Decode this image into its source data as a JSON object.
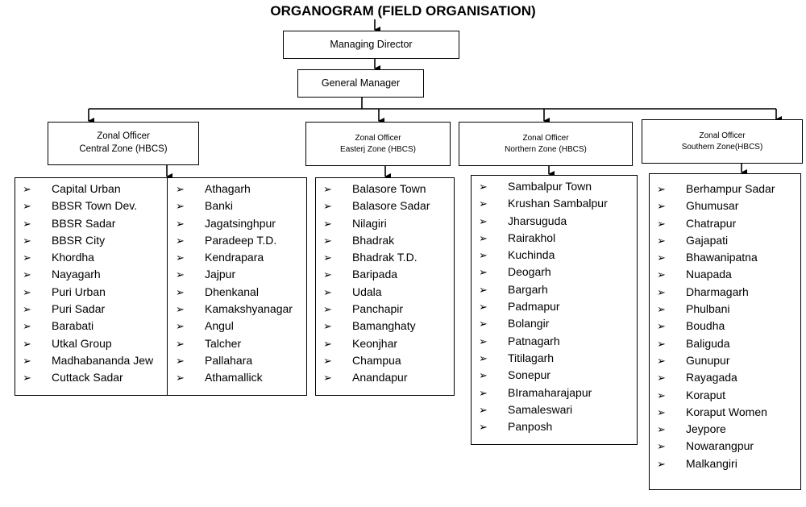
{
  "title": "ORGANOGRAM (FIELD ORGANISATION)",
  "managing_director": "Managing Director",
  "general_manager": "General Manager",
  "bullet": "➢",
  "zones": [
    {
      "line1": "Zonal Officer",
      "line2": "Central Zone (HBCS)"
    },
    {
      "line1": "Zonal Officer",
      "line2": "Easterj Zone  (HBCS)"
    },
    {
      "line1": "Zonal Officer",
      "line2": "Northern Zone (HBCS)"
    },
    {
      "line1": "Zonal Officer",
      "line2": "Southern Zone(HBCS)"
    }
  ],
  "central_left": [
    "Capital Urban",
    "BBSR Town Dev.",
    "BBSR Sadar",
    "BBSR City",
    "Khordha",
    "Nayagarh",
    "Puri Urban",
    "Puri Sadar",
    "Barabati",
    "Utkal Group",
    "Madhabananda Jew",
    "Cuttack Sadar"
  ],
  "central_right": [
    "Athagarh",
    "Banki",
    "Jagatsinghpur",
    "Paradeep T.D.",
    "Kendrapara",
    "Jajpur",
    "Dhenkanal",
    "Kamakshyanagar",
    "Angul",
    "Talcher",
    "Pallahara",
    "Athamallick"
  ],
  "eastern": [
    "Balasore Town",
    "Balasore Sadar",
    "Nilagiri",
    "Bhadrak",
    "Bhadrak T.D.",
    "Baripada",
    "Udala",
    "Panchapir",
    "Bamanghaty",
    "Keonjhar",
    "Champua",
    "Anandapur"
  ],
  "northern": [
    "Sambalpur Town",
    "Krushan Sambalpur",
    "Jharsuguda",
    "Rairakhol",
    "Kuchinda",
    "Deogarh",
    "Bargarh",
    "Padmapur",
    "Bolangir",
    "Patnagarh",
    "Titilagarh",
    "Sonepur",
    "BIramaharajapur",
    "Samaleswari",
    "Panposh"
  ],
  "southern": [
    "Berhampur Sadar",
    "Ghumusar",
    "Chatrapur",
    "Gajapati",
    "Bhawanipatna",
    "Nuapada",
    "Dharmagarh",
    "Phulbani",
    "Boudha",
    "Baliguda",
    "Gunupur",
    "Rayagada",
    "Koraput",
    "Koraput Women",
    "Jeypore",
    "Nowarangpur",
    "Malkangiri"
  ]
}
